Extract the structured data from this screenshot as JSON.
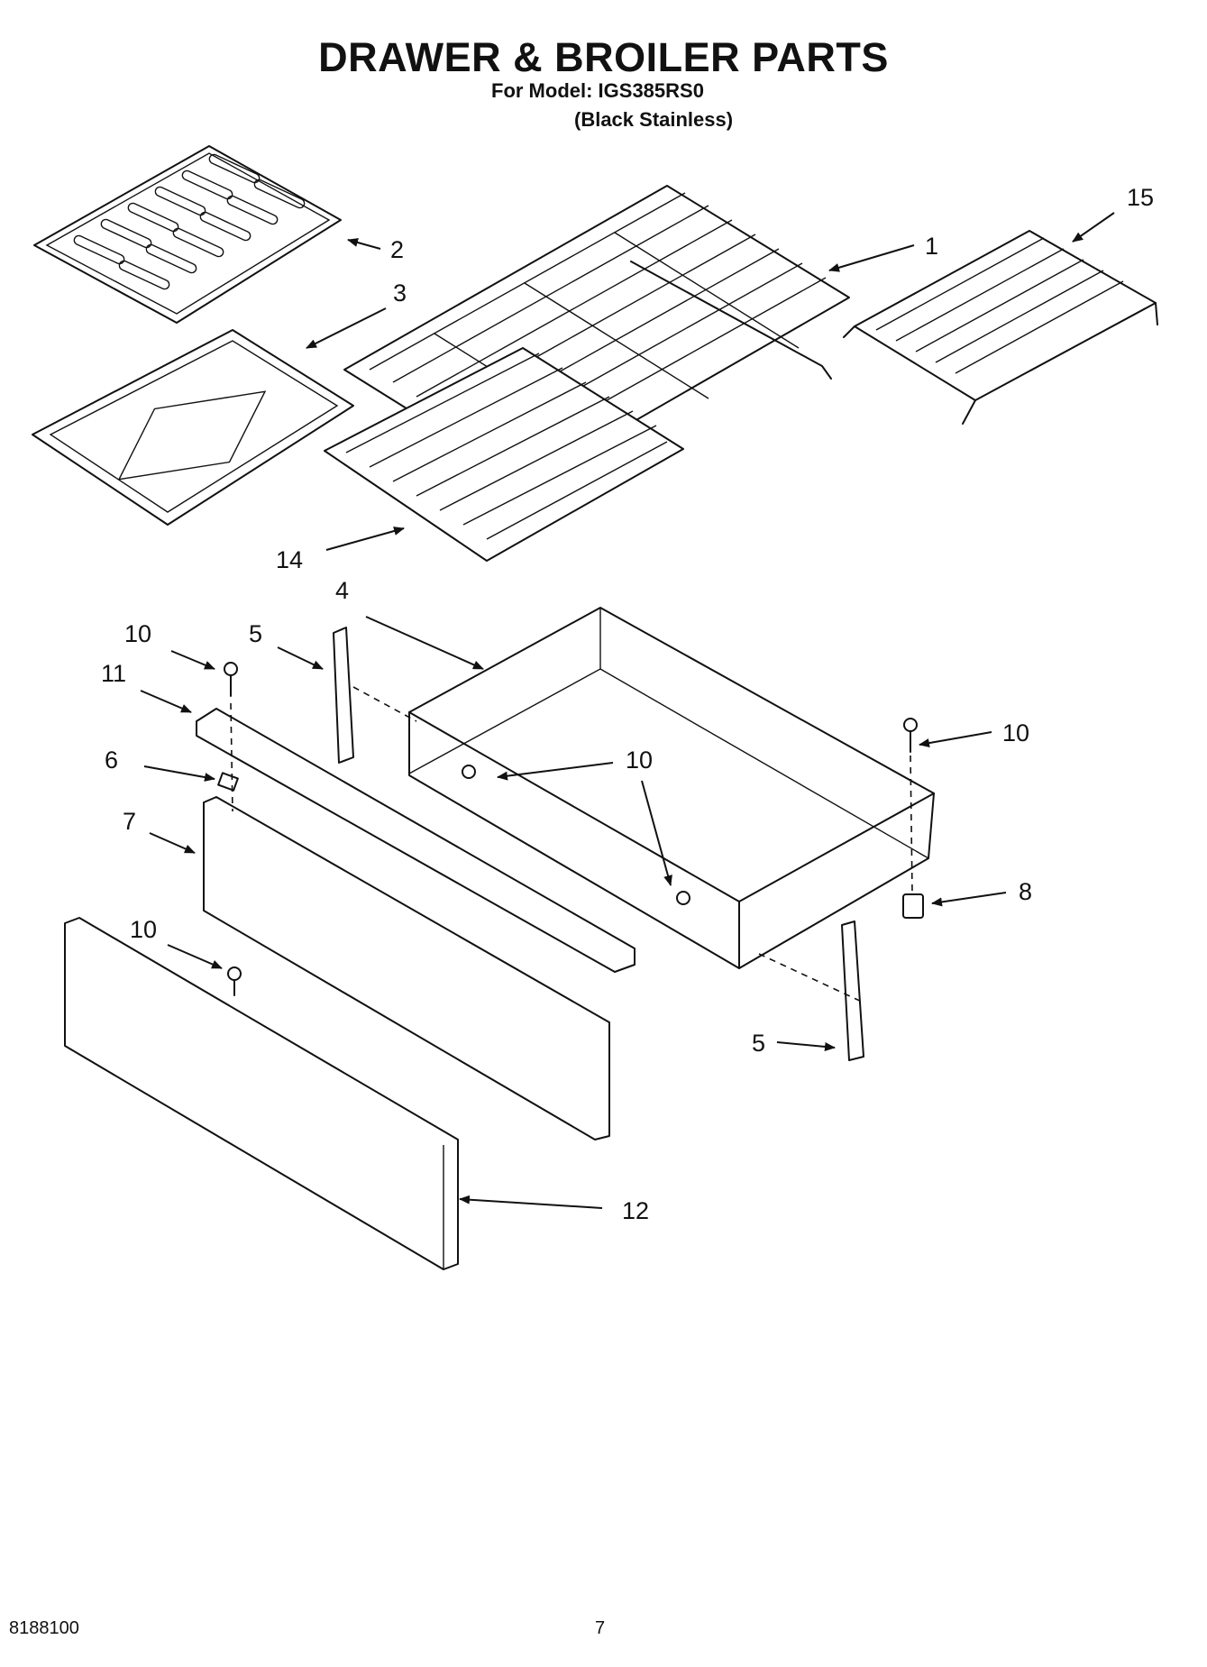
{
  "header": {
    "title": "DRAWER & BROILER PARTS",
    "model_line": "For Model: IGS385RS0",
    "variant": "(Black Stainless)"
  },
  "footer": {
    "doc_number": "8188100",
    "page_number": "7"
  },
  "callouts": [
    "2",
    "1",
    "15",
    "3",
    "14",
    "4",
    "10",
    "5",
    "11",
    "10",
    "6",
    "10",
    "7",
    "10",
    "8",
    "10",
    "5",
    "12"
  ]
}
